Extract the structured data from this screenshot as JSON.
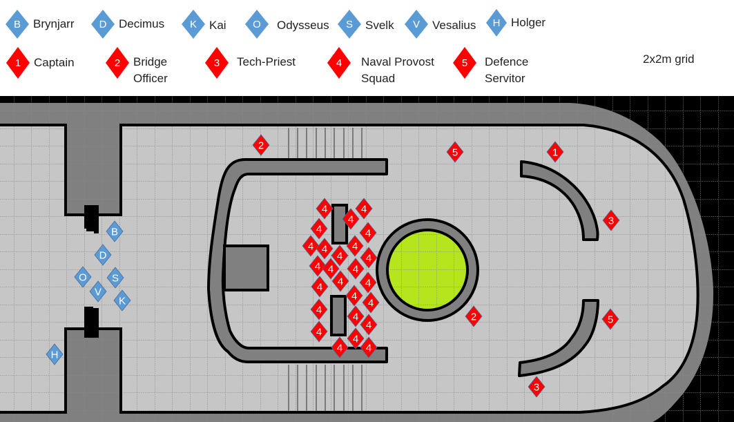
{
  "legend": {
    "players": [
      {
        "letter": "B",
        "name": "Brynjarr"
      },
      {
        "letter": "D",
        "name": "Decimus"
      },
      {
        "letter": "K",
        "name": "Kai"
      },
      {
        "letter": "O",
        "name": "Odysseus"
      },
      {
        "letter": "S",
        "name": "Svelk"
      },
      {
        "letter": "V",
        "name": "Vesalius"
      },
      {
        "letter": "H",
        "name": "Holger"
      }
    ],
    "enemies": [
      {
        "number": "1",
        "name": "Captain"
      },
      {
        "number": "2",
        "name": "Bridge\nOfficer"
      },
      {
        "number": "3",
        "name": "Tech-Priest"
      },
      {
        "number": "4",
        "name": "Naval Provost\nSquad"
      },
      {
        "number": "5",
        "name": "Defence\nServitor"
      }
    ],
    "grid_note": "2x2m grid"
  },
  "colors": {
    "player_token": "#5b9bd5",
    "enemy_token": "#ff0000",
    "floor": "#c6c6c6",
    "wall": "#808080",
    "void": "#000000",
    "reactor_core": "#b5e61d"
  },
  "map": {
    "player_tokens": [
      "B",
      "D",
      "O",
      "S",
      "V",
      "K",
      "H"
    ],
    "enemy_tokens": [
      "2",
      "5",
      "1",
      "3",
      "3",
      "5",
      "2",
      "4",
      "4",
      "4",
      "4",
      "4",
      "4",
      "4",
      "4",
      "4",
      "4",
      "4",
      "4",
      "4",
      "4",
      "4",
      "4",
      "4",
      "4",
      "4",
      "4",
      "4",
      "4",
      "4",
      "4",
      "4"
    ]
  }
}
